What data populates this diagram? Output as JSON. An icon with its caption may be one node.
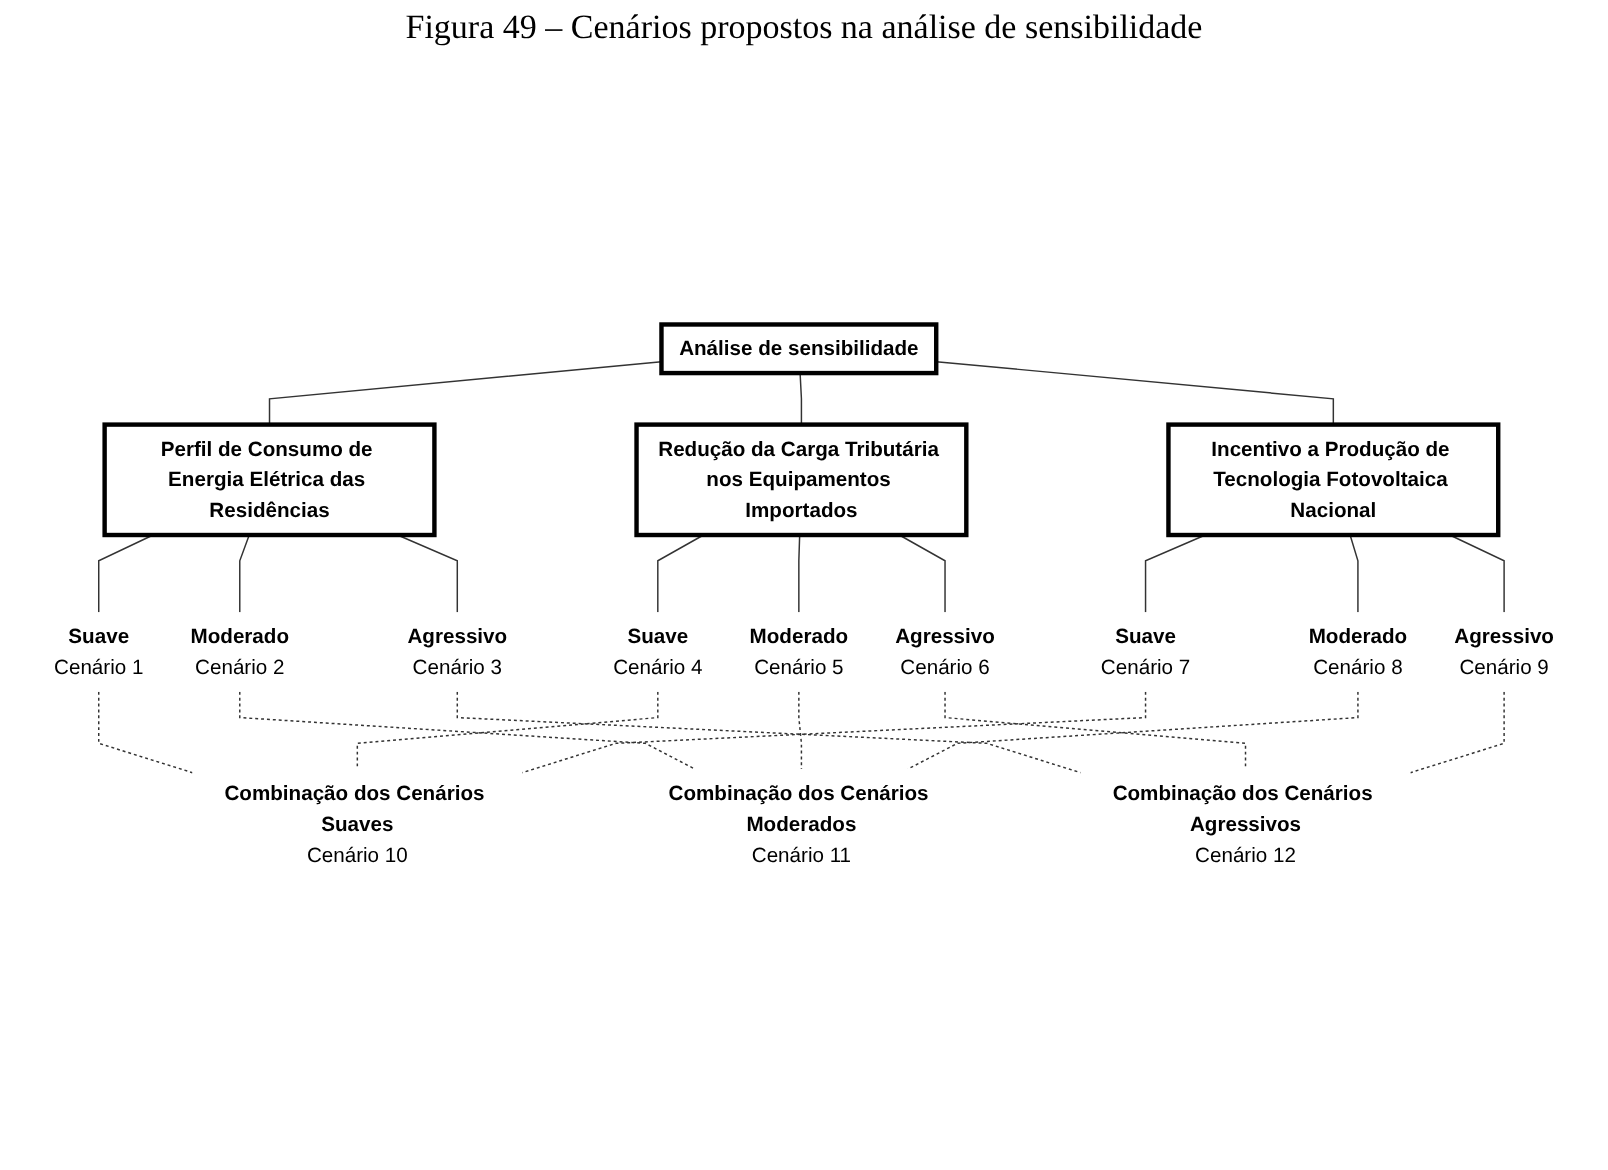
{
  "diagram": {
    "title": "Figura 49 – Cenários propostos na análise de sensibilidade",
    "nodes": [
      {
        "text": [
          "Análise de sensibilidade"
        ]
      },
      {
        "text": [
          "Perfil de Consumo de Energia Elétrica das Residências"
        ]
      },
      {
        "text": [
          "Redução da Carga Tributária nos Equipamentos Importados"
        ]
      },
      {
        "text": [
          "Incentivo a Produção de Tecnologia Fotovoltaica Nacional"
        ]
      },
      {
        "text": [
          "Suave",
          "Cenário 1"
        ]
      },
      {
        "text": [
          "Moderado",
          "Cenário 2"
        ]
      },
      {
        "text": [
          "Agressivo",
          "Cenário 3"
        ]
      },
      {
        "text": [
          "Suave",
          "Cenário 4"
        ]
      },
      {
        "text": [
          "Moderado",
          "Cenário 5"
        ]
      },
      {
        "text": [
          "Agressivo",
          "Cenário 6"
        ]
      },
      {
        "text": [
          "Suave",
          "Cenário 7"
        ]
      },
      {
        "text": [
          "Moderado",
          "Cenário 8"
        ]
      },
      {
        "text": [
          "Agressivo",
          "Cenário 9"
        ]
      },
      {
        "text": [
          "Combinação dos Cenários Suaves",
          "Cenário 10"
        ]
      },
      {
        "text": [
          "Combinação dos Cenários Moderados",
          "Cenário 11"
        ]
      },
      {
        "text": [
          "Combinação dos Cenários Agressivos",
          "Cenário 12"
        ]
      }
    ],
    "edges": [
      {
        "from": 0,
        "to": 1,
        "arrow": "none"
      },
      {
        "from": 0,
        "to": 2,
        "arrow": "none"
      },
      {
        "from": 0,
        "to": 3,
        "arrow": "none"
      },
      {
        "from": 1,
        "to": 4,
        "arrow": "none"
      },
      {
        "from": 1,
        "to": 5,
        "arrow": "none"
      },
      {
        "from": 1,
        "to": 6,
        "arrow": "none"
      },
      {
        "from": 2,
        "to": 7,
        "arrow": "none"
      },
      {
        "from": 2,
        "to": 8,
        "arrow": "none"
      },
      {
        "from": 2,
        "to": 9,
        "arrow": "none"
      },
      {
        "from": 3,
        "to": 10,
        "arrow": "none"
      },
      {
        "from": 3,
        "to": 11,
        "arrow": "none"
      },
      {
        "from": 3,
        "to": 12,
        "arrow": "none"
      },
      {
        "from": 4,
        "to": 13,
        "arrow": "none",
        "style": "dashed"
      },
      {
        "from": 7,
        "to": 13,
        "arrow": "none",
        "style": "dashed"
      },
      {
        "from": 10,
        "to": 13,
        "arrow": "none",
        "style": "dashed"
      },
      {
        "from": 5,
        "to": 14,
        "arrow": "none",
        "style": "dashed"
      },
      {
        "from": 8,
        "to": 14,
        "arrow": "none",
        "style": "dashed"
      },
      {
        "from": 11,
        "to": 14,
        "arrow": "none",
        "style": "dashed"
      },
      {
        "from": 6,
        "to": 15,
        "arrow": "none",
        "style": "dashed"
      },
      {
        "from": 9,
        "to": 15,
        "arrow": "none",
        "style": "dashed"
      },
      {
        "from": 12,
        "to": 15,
        "arrow": "none",
        "style": "dashed"
      }
    ]
  }
}
